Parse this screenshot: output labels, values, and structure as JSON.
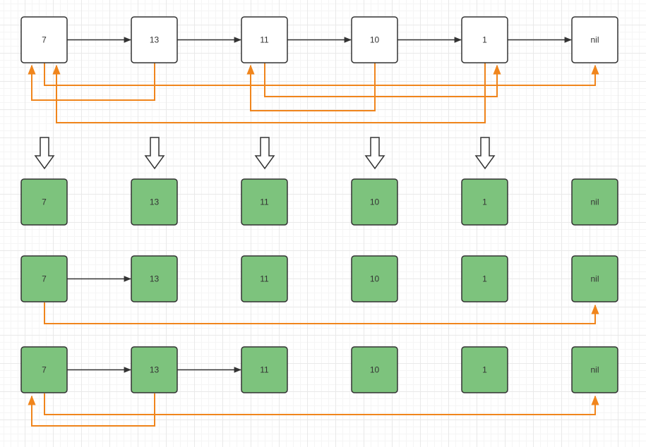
{
  "colors": {
    "node_border": "#333333",
    "node_plain_fill": "#ffffff",
    "node_done_fill": "#7dc37d",
    "next_arrow": "#333333",
    "random_arrow": "#f0851c",
    "text": "#333333"
  },
  "nodes": [
    "7",
    "13",
    "11",
    "10",
    "1",
    "nil"
  ],
  "rows": [
    {
      "style": "plain",
      "next_links": [
        [
          0,
          1
        ],
        [
          1,
          2
        ],
        [
          2,
          3
        ],
        [
          3,
          4
        ],
        [
          4,
          5
        ]
      ]
    },
    {
      "style": "done",
      "next_links": []
    },
    {
      "style": "done",
      "next_links": [
        [
          0,
          1
        ]
      ]
    },
    {
      "style": "done",
      "next_links": [
        [
          0,
          1
        ],
        [
          1,
          2
        ]
      ]
    }
  ],
  "transition_arrows": 5
}
